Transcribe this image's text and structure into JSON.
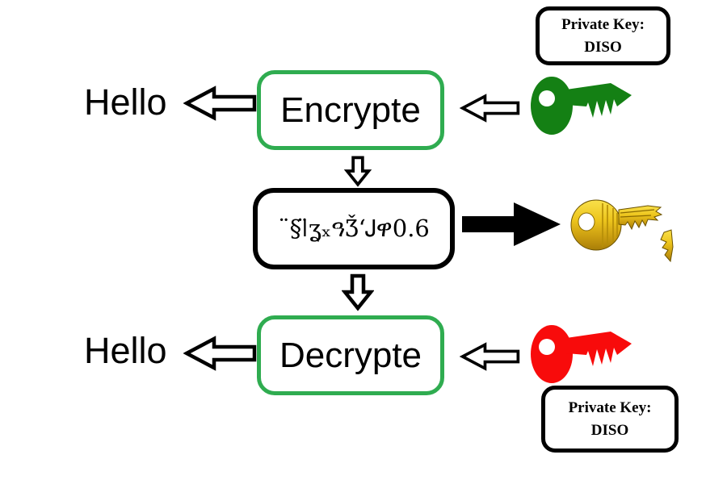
{
  "diagram": {
    "plaintext_top": "Hello",
    "plaintext_bottom": "Hello",
    "encrypt_box": "Encrypte",
    "decrypt_box": "Decrypte",
    "ciphertext": "¨§ǀ̈ʓₓዓǮʻᎫዋ0.6",
    "private_key_top": {
      "line1": "Private Key:",
      "line2": "DISO"
    },
    "private_key_bottom": {
      "line1": "Private Key:",
      "line2": "DISO"
    },
    "colors": {
      "process_box_border": "#2fac50",
      "green_key": "#148014",
      "red_key": "#f80b0b",
      "gold_key": "#edc51d",
      "arrow_black": "#000000"
    },
    "icons": {
      "encrypt_key": "green-key-icon",
      "ciphertext_key": "gold-broken-key-icon",
      "decrypt_key": "red-key-icon"
    }
  }
}
